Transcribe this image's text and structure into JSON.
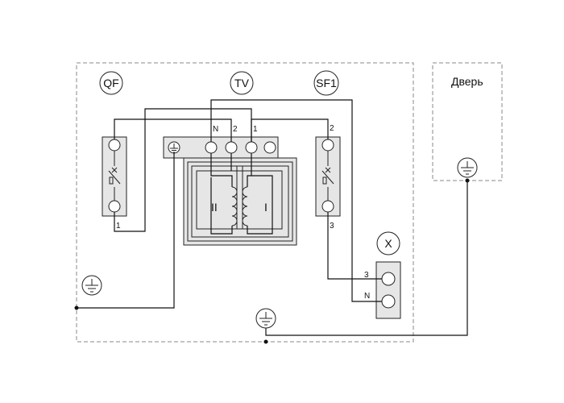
{
  "diagram": {
    "labels": {
      "qf": "QF",
      "tv": "TV",
      "sf1": "SF1",
      "x": "X",
      "door": "Дверь"
    },
    "terminals": {
      "tv_n": "N",
      "tv_2": "2",
      "tv_1": "1",
      "qf_1": "1",
      "sf1_2": "2",
      "sf1_3": "3",
      "x_3": "3",
      "x_n": "N"
    },
    "windings": {
      "secondary": "II",
      "primary": "I"
    },
    "icons": [
      "ground-icon",
      "circuit-breaker-icon",
      "switch-icon",
      "transformer-coil-icon",
      "terminal-block-icon"
    ]
  }
}
